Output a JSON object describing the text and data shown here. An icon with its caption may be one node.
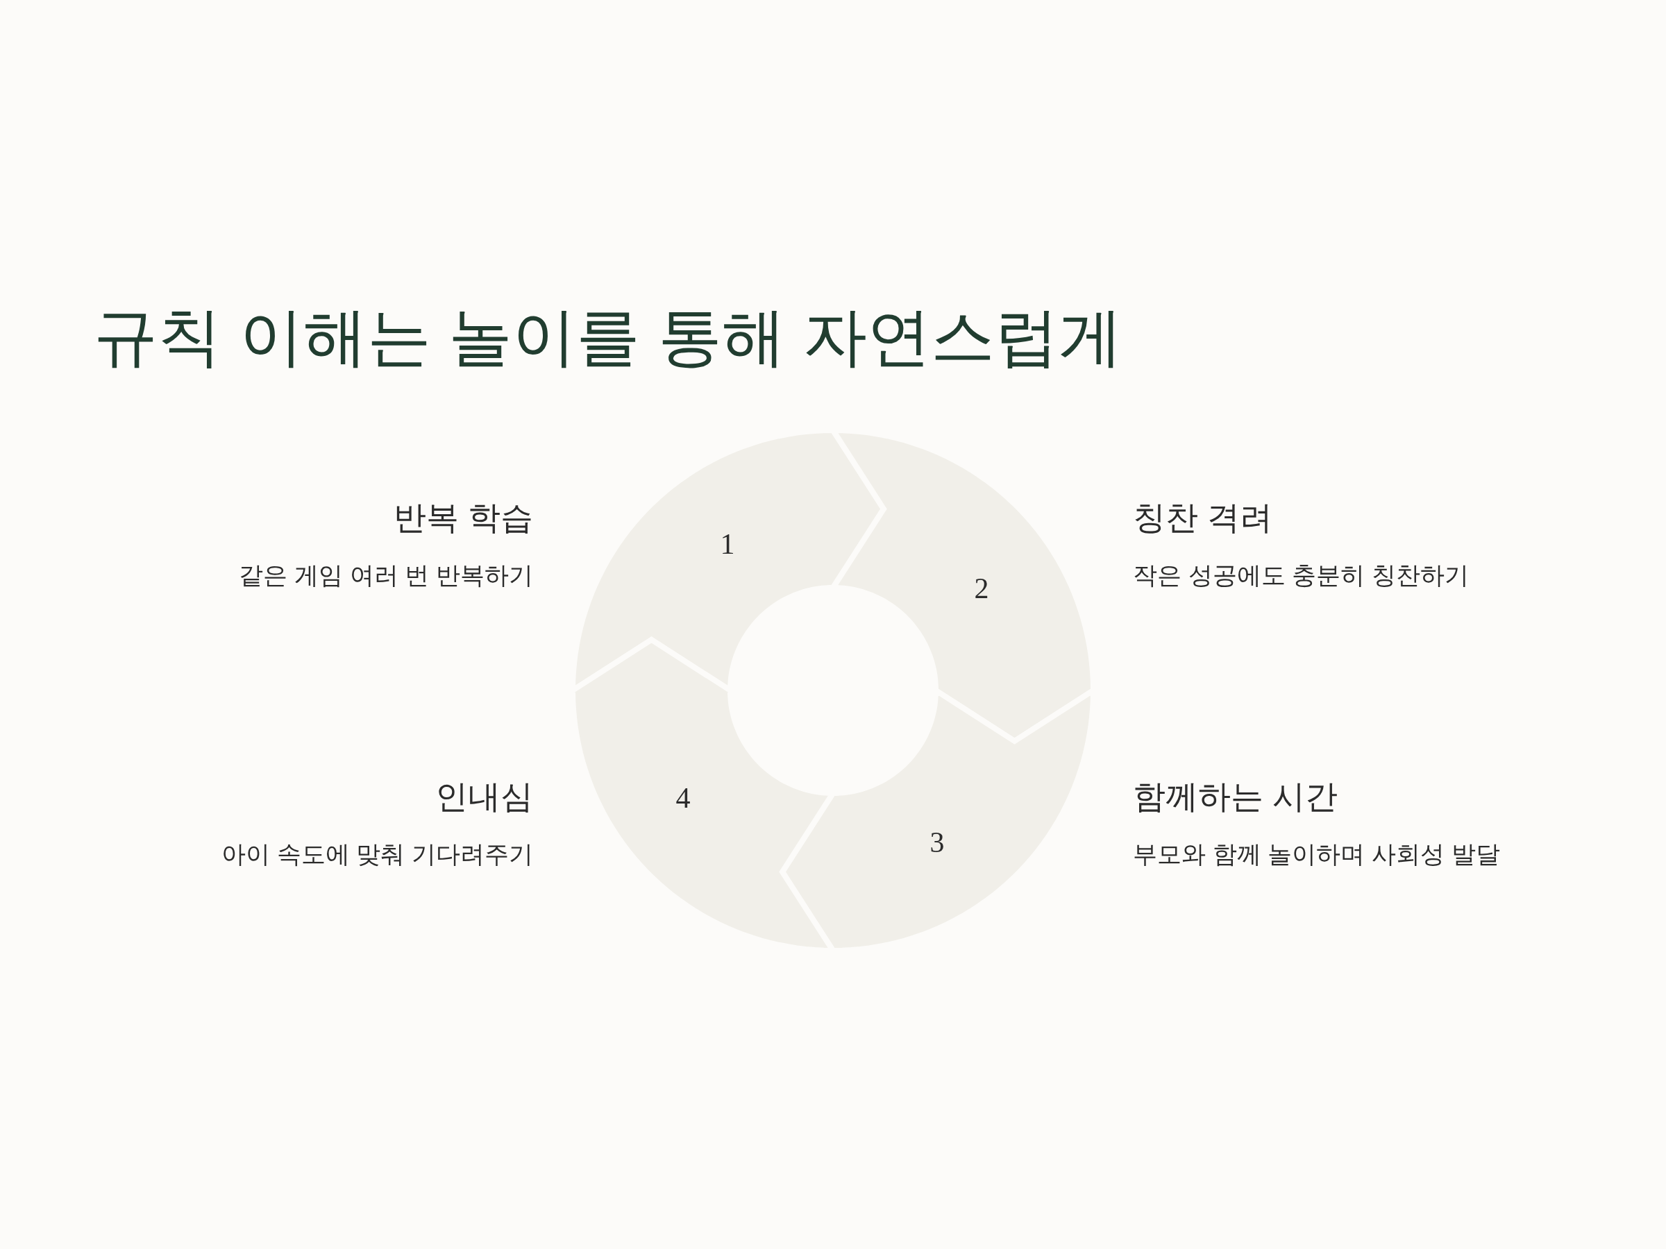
{
  "diagram": {
    "title": "규칙 이해는 놀이를 통해 자연스럽게",
    "nodes": [
      {
        "text": [
          "1"
        ],
        "beside": [
          "반복 학습",
          "같은 게임 여러 번 반복하기"
        ]
      },
      {
        "text": [
          "2"
        ],
        "beside": [
          "칭찬 격려",
          "작은 성공에도 충분히 칭찬하기"
        ]
      },
      {
        "text": [
          "3"
        ],
        "beside": [
          "함께하는 시간",
          "부모와 함께 놀이하며 사회성 발달"
        ]
      },
      {
        "text": [
          "4"
        ],
        "beside": [
          "인내심",
          "아이 속도에 맞춰 기다려주기"
        ]
      }
    ]
  }
}
